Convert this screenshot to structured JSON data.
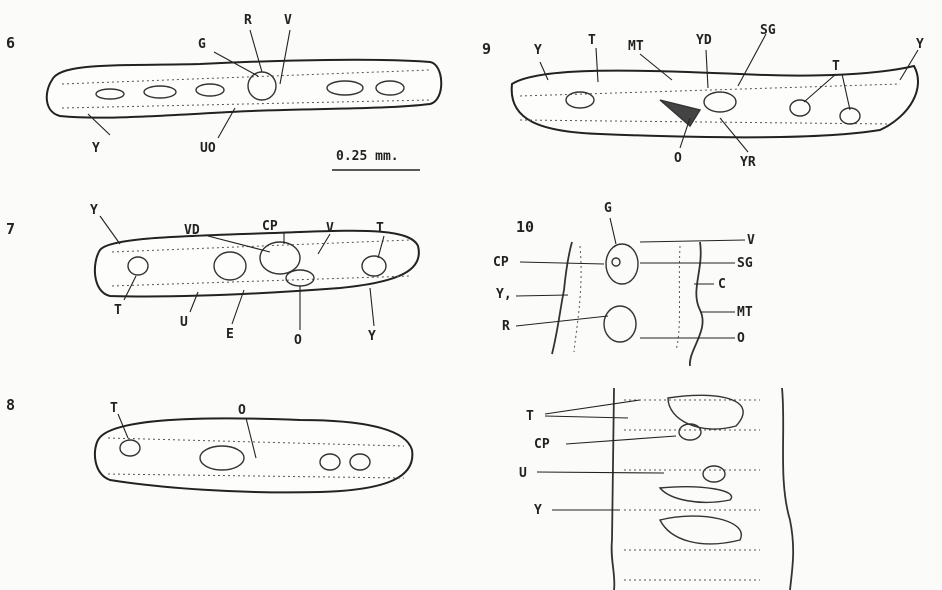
{
  "figures": {
    "fig6": {
      "number": "6",
      "labels": [
        "G",
        "R",
        "V",
        "Y",
        "UO"
      ],
      "scale": "0.25 mm."
    },
    "fig7": {
      "number": "7",
      "labels": [
        "Y",
        "VD",
        "CP",
        "V",
        "T",
        "T",
        "U",
        "E",
        "O",
        "Y"
      ]
    },
    "fig8": {
      "number": "8",
      "labels": [
        "T",
        "O"
      ]
    },
    "fig9": {
      "number": "9",
      "labels": [
        "Y",
        "T",
        "MT",
        "YD",
        "SG",
        "T",
        "Y",
        "O",
        "YR"
      ]
    },
    "fig10": {
      "number": "10",
      "labels": [
        "G",
        "V",
        "CP",
        "SG",
        "Y,",
        "C",
        "R",
        "MT",
        "O"
      ]
    },
    "fig11": {
      "labels": [
        "T",
        "CP",
        "U",
        "Y"
      ]
    }
  }
}
